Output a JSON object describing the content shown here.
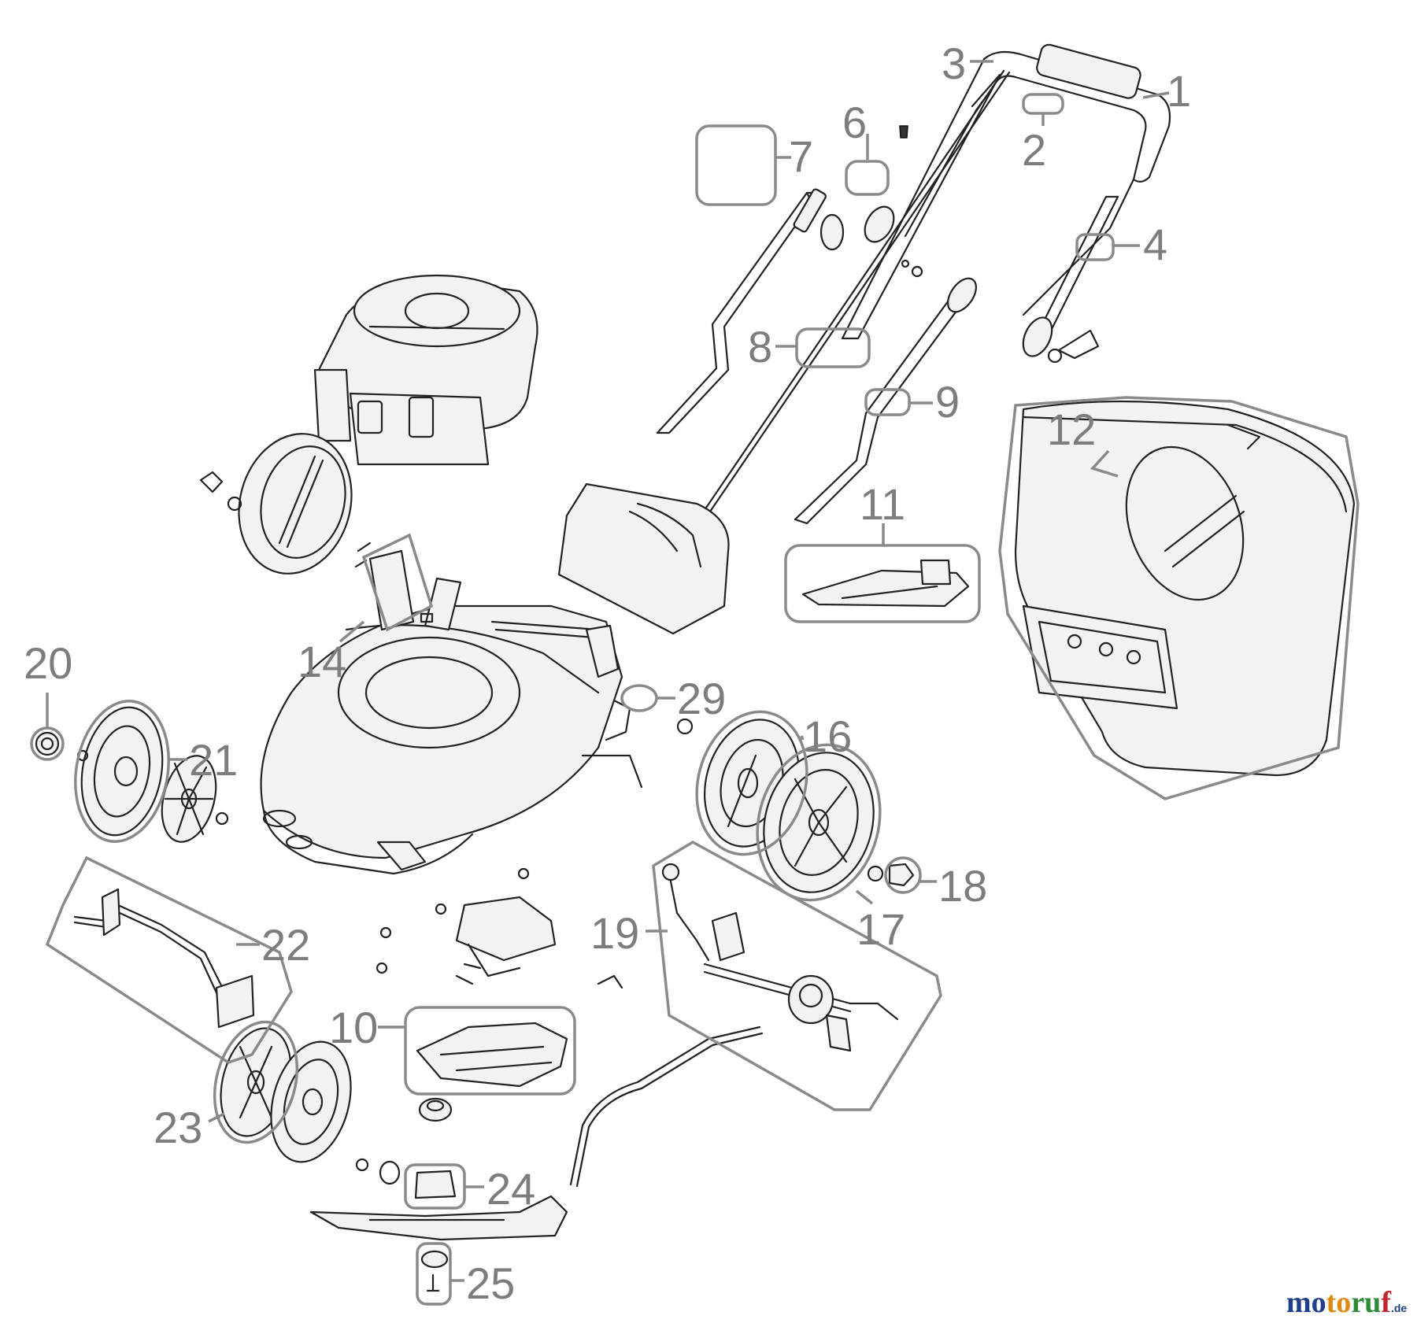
{
  "diagram": {
    "callouts": [
      {
        "id": "1",
        "label": "1",
        "part": "handle-top-bar"
      },
      {
        "id": "2",
        "label": "2",
        "part": "cable-clip"
      },
      {
        "id": "3",
        "label": "3",
        "part": "control-lever"
      },
      {
        "id": "4",
        "label": "4",
        "part": "cable-tie"
      },
      {
        "id": "6",
        "label": "6",
        "part": "cable-retainer"
      },
      {
        "id": "7",
        "label": "7",
        "part": "quick-release-lever"
      },
      {
        "id": "8",
        "label": "8",
        "part": "bowden-cable"
      },
      {
        "id": "9",
        "label": "9",
        "part": "handle-clip"
      },
      {
        "id": "10",
        "label": "10",
        "part": "mulch-plug"
      },
      {
        "id": "11",
        "label": "11",
        "part": "side-discharge-chute"
      },
      {
        "id": "12",
        "label": "12",
        "part": "grass-catcher"
      },
      {
        "id": "14",
        "label": "14",
        "part": "height-adjuster"
      },
      {
        "id": "16",
        "label": "16",
        "part": "hub-cap-large"
      },
      {
        "id": "17",
        "label": "17",
        "part": "rear-wheel"
      },
      {
        "id": "18",
        "label": "18",
        "part": "wheel-nut"
      },
      {
        "id": "19",
        "label": "19",
        "part": "drive-gearbox-assembly"
      },
      {
        "id": "20",
        "label": "20",
        "part": "bearing"
      },
      {
        "id": "21",
        "label": "21",
        "part": "front-wheel"
      },
      {
        "id": "22",
        "label": "22",
        "part": "front-axle"
      },
      {
        "id": "23",
        "label": "23",
        "part": "hub-cap-small"
      },
      {
        "id": "24",
        "label": "24",
        "part": "blade-adapter"
      },
      {
        "id": "25",
        "label": "25",
        "part": "blade-bolt-washer"
      },
      {
        "id": "29",
        "label": "29",
        "part": "bolt"
      }
    ]
  },
  "colors": {
    "label": "#7d7d7d",
    "callout_box": "#8a8a8a",
    "line_art": "#222222",
    "brand_blue": "#1d3f8c",
    "brand_orange": "#e08a12",
    "brand_green": "#2f8a3a",
    "brand_red": "#c2262d"
  },
  "brand": {
    "part1": "mo",
    "part2": "to",
    "part3": "ru",
    "part4": "f",
    "tld": ".de"
  }
}
